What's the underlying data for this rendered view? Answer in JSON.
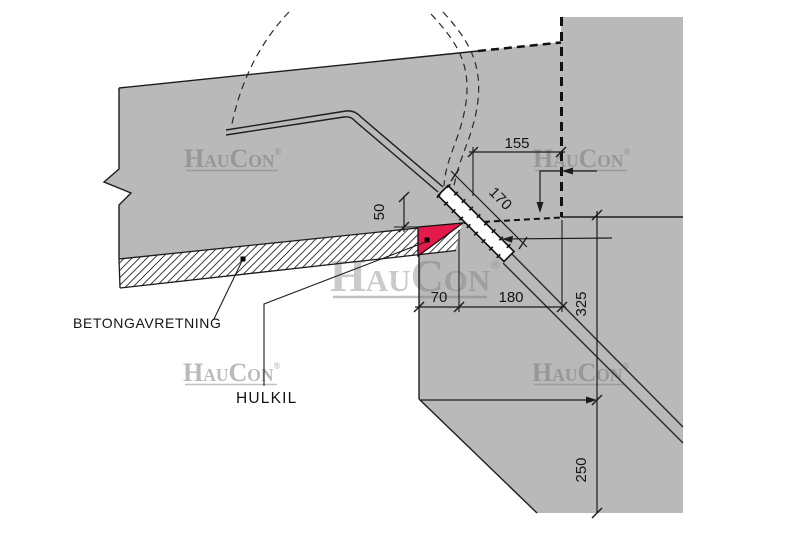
{
  "labels": {
    "betongavretning": "BETONGAVRETNING",
    "hulkil": "HULKIL"
  },
  "dimensions": {
    "d155": "155",
    "d170": "170",
    "d50": "50",
    "d70": "70",
    "d180": "180",
    "d325": "325",
    "d250": "250"
  },
  "watermark": {
    "part1": "H",
    "part2": "AU",
    "part3": "C",
    "part4": "ON",
    "reg": "®"
  },
  "colors": {
    "concrete_gray": "#b9b9b9",
    "hulkil_red": "#e6194b",
    "line_black": "#1c1c1c",
    "watermark_gray": "#777777",
    "background": "#ffffff"
  }
}
